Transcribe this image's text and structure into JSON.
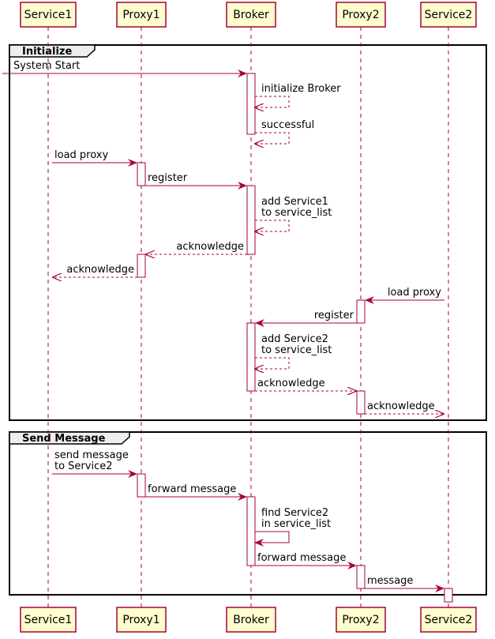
{
  "colors": {
    "participant_fill": "#FEFECE",
    "participant_border": "#A80036",
    "arrow": "#A80036",
    "lifeline": "#A80036",
    "group_border": "#000000",
    "group_tab_fill": "#EEEEEE"
  },
  "participants": [
    "Service1",
    "Proxy1",
    "Broker",
    "Proxy2",
    "Service2"
  ],
  "groups": [
    {
      "title": "Initialize"
    },
    {
      "title": "Send Message"
    }
  ],
  "messages": [
    {
      "from": "start",
      "to": "Broker",
      "lines": [
        "System Start"
      ],
      "dashed": false
    },
    {
      "from": "Broker",
      "to": "Broker",
      "lines": [
        "initialize Broker"
      ],
      "dashed": true
    },
    {
      "from": "Broker",
      "to": "Broker",
      "lines": [
        "successful"
      ],
      "dashed": true
    },
    {
      "from": "Service1",
      "to": "Proxy1",
      "lines": [
        "load proxy"
      ],
      "dashed": false
    },
    {
      "from": "Proxy1",
      "to": "Broker",
      "lines": [
        "register"
      ],
      "dashed": false
    },
    {
      "from": "Broker",
      "to": "Broker",
      "lines": [
        "add Service1",
        "to service_list"
      ],
      "dashed": true
    },
    {
      "from": "Broker",
      "to": "Proxy1",
      "lines": [
        "acknowledge"
      ],
      "dashed": true
    },
    {
      "from": "Proxy1",
      "to": "Service1",
      "lines": [
        "acknowledge"
      ],
      "dashed": true
    },
    {
      "from": "Service2",
      "to": "Proxy2",
      "lines": [
        "load proxy"
      ],
      "dashed": false
    },
    {
      "from": "Proxy2",
      "to": "Broker",
      "lines": [
        "register"
      ],
      "dashed": false
    },
    {
      "from": "Broker",
      "to": "Broker",
      "lines": [
        "add Service2",
        "to service_list"
      ],
      "dashed": true
    },
    {
      "from": "Broker",
      "to": "Proxy2",
      "lines": [
        "acknowledge"
      ],
      "dashed": true
    },
    {
      "from": "Proxy2",
      "to": "Service2",
      "lines": [
        "acknowledge"
      ],
      "dashed": true
    },
    {
      "from": "Service1",
      "to": "Proxy1",
      "lines": [
        "send message",
        "to Service2"
      ],
      "dashed": false
    },
    {
      "from": "Proxy1",
      "to": "Broker",
      "lines": [
        "forward message"
      ],
      "dashed": false
    },
    {
      "from": "Broker",
      "to": "Broker",
      "lines": [
        "find Service2",
        "in service_list"
      ],
      "dashed": false
    },
    {
      "from": "Broker",
      "to": "Proxy2",
      "lines": [
        "forward message"
      ],
      "dashed": false
    },
    {
      "from": "Proxy2",
      "to": "Service2",
      "lines": [
        "message"
      ],
      "dashed": false
    }
  ]
}
